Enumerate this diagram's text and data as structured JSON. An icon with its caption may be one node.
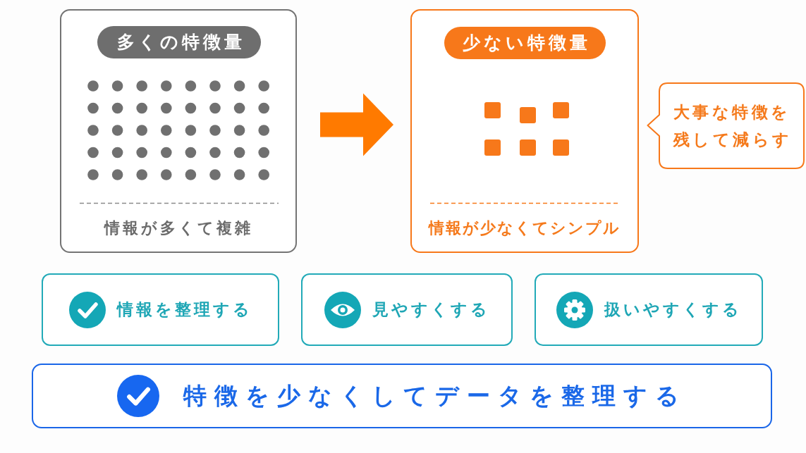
{
  "diagram": {
    "nodes": [
      {
        "text": [
          "情報が多くて複雑"
        ]
      },
      {
        "text": [
          "多くの特徴量"
        ],
        "in": 0
      },
      {
        "text": [
          "情報が少なくてシンプル"
        ]
      },
      {
        "text": [
          "少ない特徴量"
        ],
        "in": 2
      },
      {
        "text": [
          "大事な特徴を残して減らす"
        ]
      },
      {
        "text": [
          "情報を整理する"
        ]
      },
      {
        "text": [
          "見やすくする"
        ]
      },
      {
        "text": [
          "扱いやすくする"
        ]
      },
      {
        "text": [
          "特徴を少なくしてデータを整理する"
        ]
      }
    ],
    "edges": [
      {
        "from": 0,
        "to": 2,
        "arrow": "to",
        "style": "thick"
      }
    ]
  }
}
